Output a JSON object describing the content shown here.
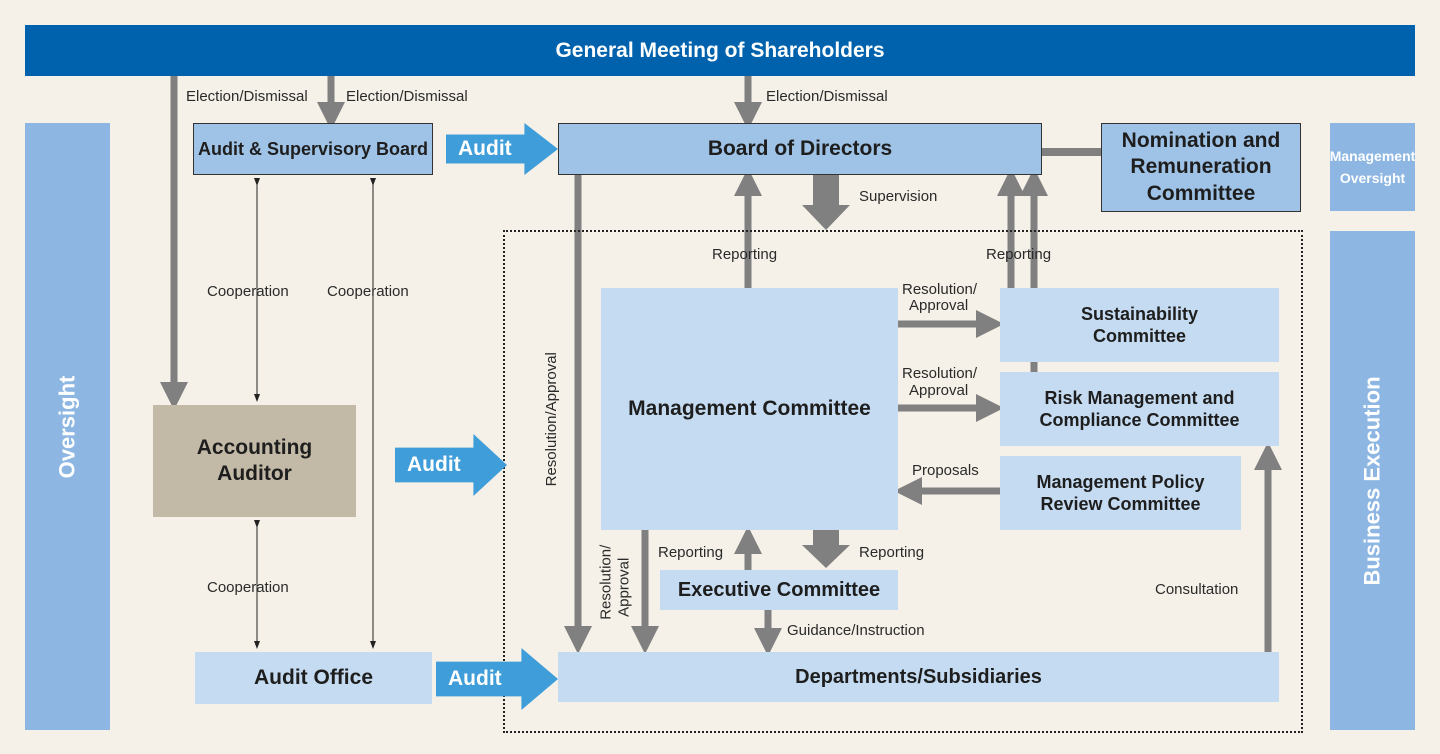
{
  "header": {
    "title": "General Meeting of Shareholders"
  },
  "side": {
    "oversight": "Oversight",
    "management_oversight": "Management Oversight",
    "business_execution": "Business Execution"
  },
  "boxes": {
    "audit_supervisory_board": "Audit & Supervisory Board",
    "board_of_directors": "Board of Directors",
    "nomination_remuneration": "Nomination and Remuneration Committee",
    "accounting_auditor": "Accounting Auditor",
    "audit_office": "Audit Office",
    "management_committee": "Management Committee",
    "sustainability_committee": "Sustainability Committee",
    "risk_compliance_committee": "Risk Management and Compliance Committee",
    "policy_review_committee": "Management Policy Review Committee",
    "executive_committee": "Executive Committee",
    "departments": "Departments/Subsidiaries"
  },
  "arrows": {
    "audit": "Audit"
  },
  "labels": {
    "election_dismissal": "Election/Dismissal",
    "cooperation": "Cooperation",
    "supervision": "Supervision",
    "reporting": "Reporting",
    "resolution_approval": "Resolution/Approval",
    "resolution": "Resolution/",
    "approval": "Approval",
    "proposals": "Proposals",
    "guidance_instruction": "Guidance/Instruction",
    "consultation": "Consultation"
  },
  "colors": {
    "banner": "#0062ad",
    "side_panel": "#8db7e2",
    "box_medium": "#9fc3e7",
    "box_light": "#c5dbf1",
    "accounting_auditor": "#c3b9a7",
    "arrow_gray": "#808080",
    "audit_arrow": "#3f9ed9",
    "background": "#f5f1e8"
  }
}
